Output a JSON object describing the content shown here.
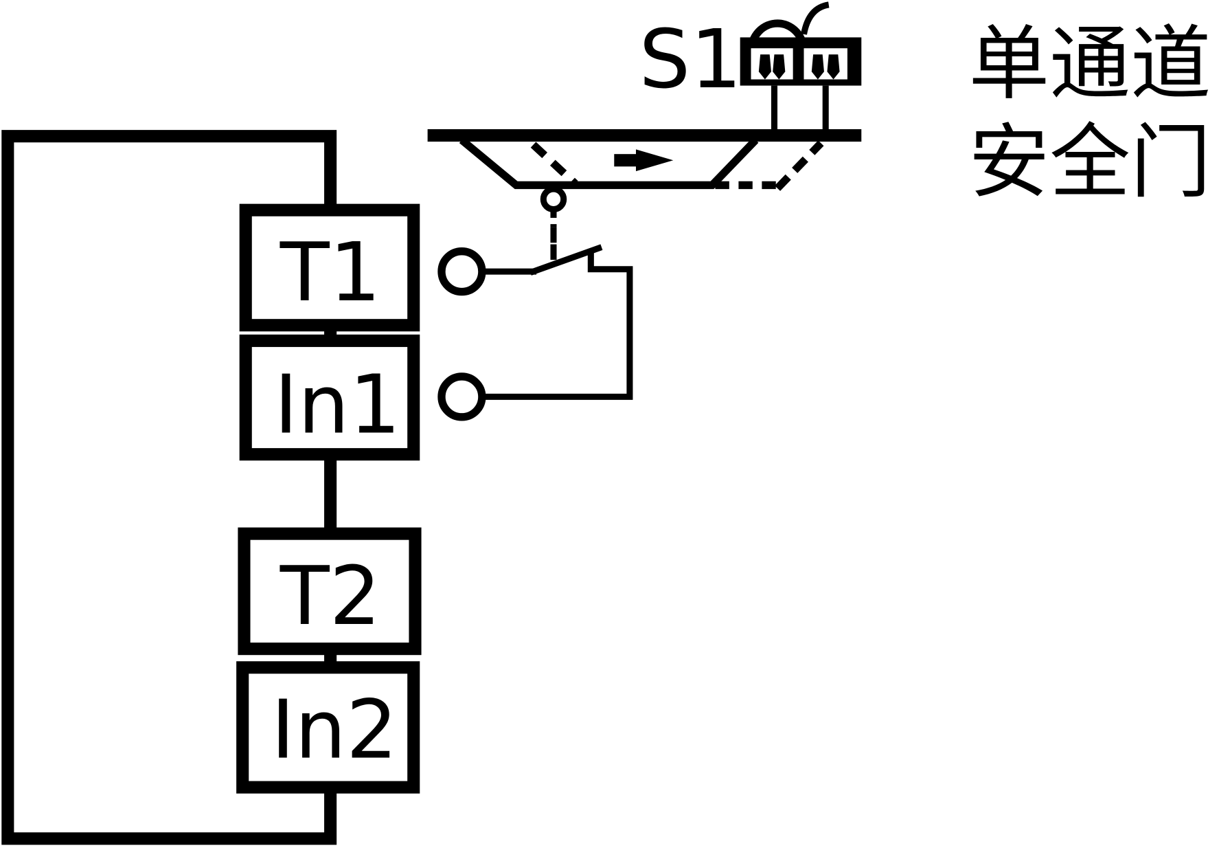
{
  "switch": {
    "label": "S1"
  },
  "title": {
    "line1": "单通道",
    "line2": "安全门"
  },
  "terminals": {
    "t1": "T1",
    "in1": "In1",
    "t2": "T2",
    "in2": "In2"
  },
  "icons": {
    "padlock": "padlock-icon",
    "arrow": "arrow-right-icon",
    "contact": "normally-closed-contact-icon"
  }
}
